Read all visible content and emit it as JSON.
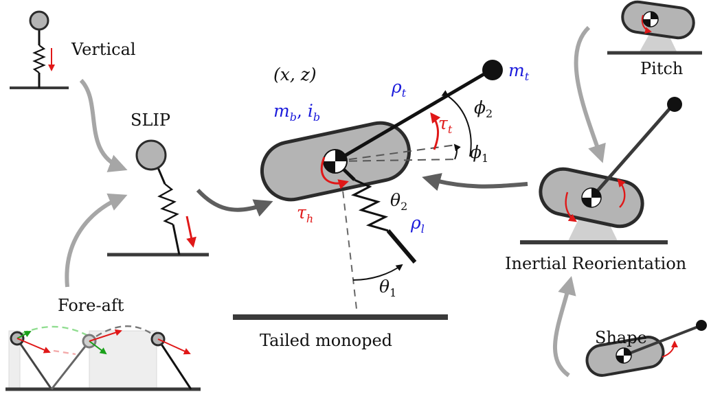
{
  "labels": {
    "vertical": "Vertical",
    "slip": "SLIP",
    "fore_aft": "Fore-aft",
    "tailed_monoped": "Tailed monoped",
    "pitch": "Pitch",
    "inertial_reorientation": "Inertial Reorientation",
    "shape": "Shape"
  },
  "symbols": {
    "xz": "(x, z)",
    "mb": "m",
    "mb_sub": "b",
    "ib": "i",
    "ib_sub": "b",
    "mt": "m",
    "mt_sub": "t",
    "rho_t": "ρ",
    "rho_t_sub": "t",
    "rho_l": "ρ",
    "rho_l_sub": "l",
    "tau_t": "τ",
    "tau_t_sub": "t",
    "tau_h": "τ",
    "tau_h_sub": "h",
    "phi2": "ϕ",
    "phi2_sub": "2",
    "phi1": "ϕ",
    "phi1_sub": "1",
    "theta2": "θ",
    "theta2_sub": "2",
    "theta1": "θ",
    "theta1_sub": "1"
  },
  "colors": {
    "body_fill": "#b4b4b4",
    "outline": "#2b2b2b",
    "ground": "#3a3a3a",
    "arrow_light": "#a6a6a6",
    "arrow_dark": "#5e5e5e",
    "torque_red": "#e01818",
    "mass_blue": "#1a1adb",
    "green": "#1aa01a"
  }
}
